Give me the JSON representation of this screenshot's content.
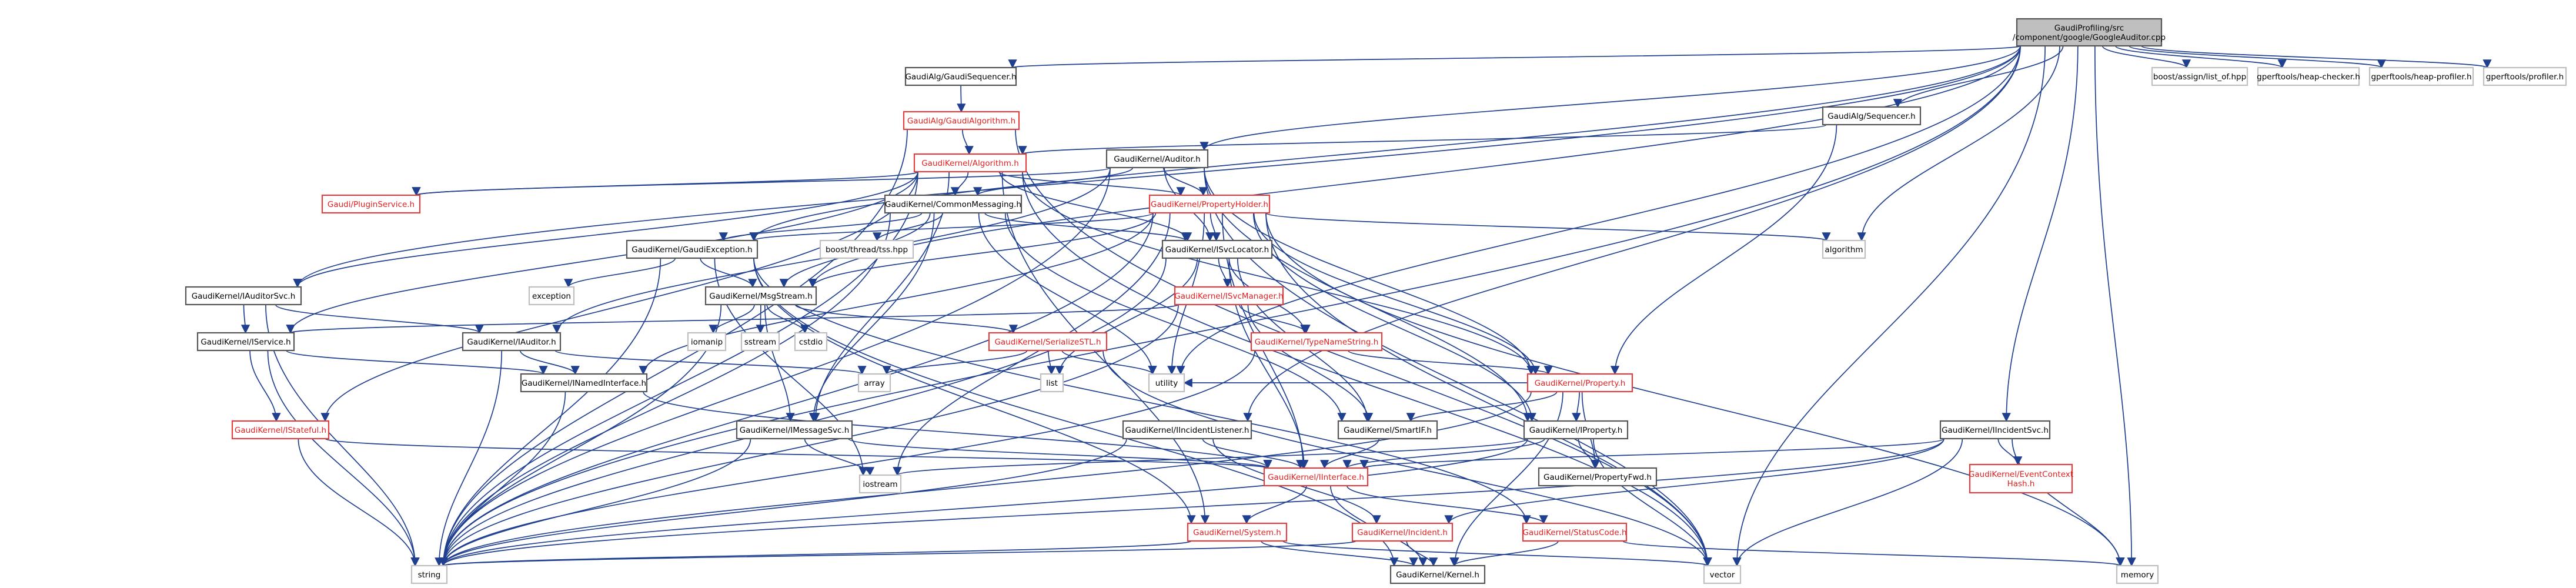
{
  "diagram": {
    "nodes": [
      {
        "id": "root",
        "lines": [
          "GaudiProfiling/src",
          "/component/google/GoogleAuditor.cpp"
        ],
        "style": "root"
      },
      {
        "id": "gaudiseq",
        "lines": [
          "GaudiAlg/GaudiSequencer.h"
        ],
        "style": "black"
      },
      {
        "id": "boostassign",
        "lines": [
          "boost/assign/list_of.hpp"
        ],
        "style": "plain"
      },
      {
        "id": "heapchecker",
        "lines": [
          "gperftools/heap-checker.h"
        ],
        "style": "plain"
      },
      {
        "id": "heapprofiler",
        "lines": [
          "gperftools/heap-profiler.h"
        ],
        "style": "plain"
      },
      {
        "id": "profiler",
        "lines": [
          "gperftools/profiler.h"
        ],
        "style": "plain"
      },
      {
        "id": "gaudialgorithm",
        "lines": [
          "GaudiAlg/GaudiAlgorithm.h"
        ],
        "style": "red"
      },
      {
        "id": "sequencer",
        "lines": [
          "GaudiAlg/Sequencer.h"
        ],
        "style": "black"
      },
      {
        "id": "algorithm",
        "lines": [
          "GaudiKernel/Algorithm.h"
        ],
        "style": "red"
      },
      {
        "id": "auditor",
        "lines": [
          "GaudiKernel/Auditor.h"
        ],
        "style": "black"
      },
      {
        "id": "pluginservice",
        "lines": [
          "Gaudi/PluginService.h"
        ],
        "style": "red"
      },
      {
        "id": "commonmessaging",
        "lines": [
          "GaudiKernel/CommonMessaging.h"
        ],
        "style": "black"
      },
      {
        "id": "propertyholder",
        "lines": [
          "GaudiKernel/PropertyHolder.h"
        ],
        "style": "red"
      },
      {
        "id": "gaudiexception",
        "lines": [
          "GaudiKernel/GaudiException.h"
        ],
        "style": "black"
      },
      {
        "id": "threadtss",
        "lines": [
          "boost/thread/tss.hpp"
        ],
        "style": "plain"
      },
      {
        "id": "isvclocator",
        "lines": [
          "GaudiKernel/ISvcLocator.h"
        ],
        "style": "black"
      },
      {
        "id": "std_algorithm",
        "lines": [
          "algorithm"
        ],
        "style": "plain"
      },
      {
        "id": "iauditorsvc",
        "lines": [
          "GaudiKernel/IAuditorSvc.h"
        ],
        "style": "black"
      },
      {
        "id": "exception",
        "lines": [
          "exception"
        ],
        "style": "plain"
      },
      {
        "id": "msgstream",
        "lines": [
          "GaudiKernel/MsgStream.h"
        ],
        "style": "black"
      },
      {
        "id": "isvcmanager",
        "lines": [
          "GaudiKernel/ISvcManager.h"
        ],
        "style": "red"
      },
      {
        "id": "iservice",
        "lines": [
          "GaudiKernel/IService.h"
        ],
        "style": "black"
      },
      {
        "id": "iauditor",
        "lines": [
          "GaudiKernel/IAuditor.h"
        ],
        "style": "black"
      },
      {
        "id": "iomanip",
        "lines": [
          "iomanip"
        ],
        "style": "plain"
      },
      {
        "id": "sstream",
        "lines": [
          "sstream"
        ],
        "style": "plain"
      },
      {
        "id": "cstdio",
        "lines": [
          "cstdio"
        ],
        "style": "plain"
      },
      {
        "id": "serializestl",
        "lines": [
          "GaudiKernel/SerializeSTL.h"
        ],
        "style": "red"
      },
      {
        "id": "typenamestring",
        "lines": [
          "GaudiKernel/TypeNameString.h"
        ],
        "style": "red"
      },
      {
        "id": "array",
        "lines": [
          "array"
        ],
        "style": "plain"
      },
      {
        "id": "list",
        "lines": [
          "list"
        ],
        "style": "plain"
      },
      {
        "id": "utility",
        "lines": [
          "utility"
        ],
        "style": "plain"
      },
      {
        "id": "inamedinterface",
        "lines": [
          "GaudiKernel/INamedInterface.h"
        ],
        "style": "black"
      },
      {
        "id": "property",
        "lines": [
          "GaudiKernel/Property.h"
        ],
        "style": "red"
      },
      {
        "id": "istateful",
        "lines": [
          "GaudiKernel/IStateful.h"
        ],
        "style": "red"
      },
      {
        "id": "imessagesvc",
        "lines": [
          "GaudiKernel/IMessageSvc.h"
        ],
        "style": "black"
      },
      {
        "id": "iincidentlistener",
        "lines": [
          "GaudiKernel/IIncidentListener.h"
        ],
        "style": "black"
      },
      {
        "id": "smartif",
        "lines": [
          "GaudiKernel/SmartIF.h"
        ],
        "style": "black"
      },
      {
        "id": "iproperty",
        "lines": [
          "GaudiKernel/IProperty.h"
        ],
        "style": "black"
      },
      {
        "id": "iincidentsvc",
        "lines": [
          "GaudiKernel/IIncidentSvc.h"
        ],
        "style": "black"
      },
      {
        "id": "iostream",
        "lines": [
          "iostream"
        ],
        "style": "plain"
      },
      {
        "id": "iinterface",
        "lines": [
          "GaudiKernel/IInterface.h"
        ],
        "style": "red"
      },
      {
        "id": "propertyfwd",
        "lines": [
          "GaudiKernel/PropertyFwd.h"
        ],
        "style": "black"
      },
      {
        "id": "eventcontexthash",
        "lines": [
          "GaudiKernel/EventContext",
          "Hash.h"
        ],
        "style": "red"
      },
      {
        "id": "system",
        "lines": [
          "GaudiKernel/System.h"
        ],
        "style": "red"
      },
      {
        "id": "incident",
        "lines": [
          "GaudiKernel/Incident.h"
        ],
        "style": "red"
      },
      {
        "id": "statuscode",
        "lines": [
          "GaudiKernel/StatusCode.h"
        ],
        "style": "red"
      },
      {
        "id": "string",
        "lines": [
          "string"
        ],
        "style": "plain"
      },
      {
        "id": "vector",
        "lines": [
          "vector"
        ],
        "style": "plain"
      },
      {
        "id": "memory",
        "lines": [
          "memory"
        ],
        "style": "plain"
      },
      {
        "id": "kernel",
        "lines": [
          "GaudiKernel/Kernel.h"
        ],
        "style": "black"
      }
    ],
    "edges": [
      [
        "root",
        "gaudiseq"
      ],
      [
        "root",
        "boostassign"
      ],
      [
        "root",
        "heapchecker"
      ],
      [
        "root",
        "heapprofiler"
      ],
      [
        "root",
        "profiler"
      ],
      [
        "root",
        "sequencer"
      ],
      [
        "root",
        "auditor"
      ],
      [
        "root",
        "iincidentsvc"
      ],
      [
        "root",
        "string"
      ],
      [
        "root",
        "vector"
      ],
      [
        "root",
        "memory"
      ],
      [
        "root",
        "std_algorithm"
      ],
      [
        "root",
        "utility"
      ],
      [
        "root",
        "iauditorsvc"
      ],
      [
        "root",
        "gaudiexception"
      ],
      [
        "root",
        "msgstream"
      ],
      [
        "root",
        "iincidentlistener"
      ],
      [
        "gaudiseq",
        "gaudialgorithm"
      ],
      [
        "gaudialgorithm",
        "algorithm"
      ],
      [
        "gaudialgorithm",
        "string"
      ],
      [
        "gaudialgorithm",
        "vector"
      ],
      [
        "sequencer",
        "algorithm"
      ],
      [
        "sequencer",
        "property"
      ],
      [
        "algorithm",
        "pluginservice"
      ],
      [
        "algorithm",
        "commonmessaging"
      ],
      [
        "algorithm",
        "propertyholder"
      ],
      [
        "algorithm",
        "iauditorsvc"
      ],
      [
        "algorithm",
        "iservice"
      ],
      [
        "algorithm",
        "istateful"
      ],
      [
        "algorithm",
        "imessagesvc"
      ],
      [
        "algorithm",
        "isvclocator"
      ],
      [
        "algorithm",
        "property"
      ],
      [
        "algorithm",
        "system"
      ],
      [
        "algorithm",
        "string"
      ],
      [
        "algorithm",
        "vector"
      ],
      [
        "auditor",
        "pluginservice"
      ],
      [
        "auditor",
        "commonmessaging"
      ],
      [
        "auditor",
        "propertyholder"
      ],
      [
        "auditor",
        "iauditor"
      ],
      [
        "auditor",
        "isvclocator"
      ],
      [
        "auditor",
        "iproperty"
      ],
      [
        "auditor",
        "property"
      ],
      [
        "auditor",
        "string"
      ],
      [
        "auditor",
        "vector"
      ],
      [
        "commonmessaging",
        "gaudiexception"
      ],
      [
        "commonmessaging",
        "threadtss"
      ],
      [
        "commonmessaging",
        "isvclocator"
      ],
      [
        "commonmessaging",
        "msgstream"
      ],
      [
        "commonmessaging",
        "imessagesvc"
      ],
      [
        "commonmessaging",
        "smartif"
      ],
      [
        "commonmessaging",
        "utility"
      ],
      [
        "commonmessaging",
        "string"
      ],
      [
        "propertyholder",
        "isvclocator"
      ],
      [
        "propertyholder",
        "std_algorithm"
      ],
      [
        "propertyholder",
        "iproperty"
      ],
      [
        "propertyholder",
        "property"
      ],
      [
        "propertyholder",
        "msgstream"
      ],
      [
        "propertyholder",
        "inamedinterface"
      ],
      [
        "propertyholder",
        "iinterface"
      ],
      [
        "propertyholder",
        "iostream"
      ],
      [
        "propertyholder",
        "string"
      ],
      [
        "propertyholder",
        "vector"
      ],
      [
        "propertyholder",
        "memory"
      ],
      [
        "propertyholder",
        "utility"
      ],
      [
        "propertyholder",
        "gaudiexception"
      ],
      [
        "gaudiexception",
        "exception"
      ],
      [
        "gaudiexception",
        "msgstream"
      ],
      [
        "gaudiexception",
        "statuscode"
      ],
      [
        "gaudiexception",
        "system"
      ],
      [
        "gaudiexception",
        "string"
      ],
      [
        "gaudiexception",
        "iostream"
      ],
      [
        "gaudiexception",
        "kernel"
      ],
      [
        "isvclocator",
        "isvcmanager"
      ],
      [
        "isvclocator",
        "smartif"
      ],
      [
        "isvclocator",
        "list"
      ],
      [
        "isvclocator",
        "string"
      ],
      [
        "isvclocator",
        "typenamestring"
      ],
      [
        "isvclocator",
        "iinterface"
      ],
      [
        "iauditorsvc",
        "iservice"
      ],
      [
        "iauditorsvc",
        "iauditor"
      ],
      [
        "iauditorsvc",
        "string"
      ],
      [
        "msgstream",
        "iomanip"
      ],
      [
        "msgstream",
        "sstream"
      ],
      [
        "msgstream",
        "cstdio"
      ],
      [
        "msgstream",
        "serializestl"
      ],
      [
        "msgstream",
        "imessagesvc"
      ],
      [
        "msgstream",
        "string"
      ],
      [
        "isvcmanager",
        "iservice"
      ],
      [
        "isvcmanager",
        "typenamestring"
      ],
      [
        "isvcmanager",
        "smartif"
      ],
      [
        "isvcmanager",
        "string"
      ],
      [
        "iservice",
        "inamedinterface"
      ],
      [
        "iservice",
        "istateful"
      ],
      [
        "iservice",
        "string"
      ],
      [
        "iauditor",
        "inamedinterface"
      ],
      [
        "iauditor",
        "array"
      ],
      [
        "iauditor",
        "string"
      ],
      [
        "serializestl",
        "array"
      ],
      [
        "serializestl",
        "list"
      ],
      [
        "serializestl",
        "utility"
      ],
      [
        "serializestl",
        "vector"
      ],
      [
        "typenamestring",
        "property"
      ],
      [
        "typenamestring",
        "string"
      ],
      [
        "inamedinterface",
        "iinterface"
      ],
      [
        "inamedinterface",
        "string"
      ],
      [
        "property",
        "iproperty"
      ],
      [
        "property",
        "propertyfwd"
      ],
      [
        "property",
        "smartif"
      ],
      [
        "property",
        "kernel"
      ],
      [
        "property",
        "string"
      ],
      [
        "property",
        "utility"
      ],
      [
        "istateful",
        "iinterface"
      ],
      [
        "istateful",
        "string"
      ],
      [
        "imessagesvc",
        "iinterface"
      ],
      [
        "imessagesvc",
        "iostream"
      ],
      [
        "imessagesvc",
        "string"
      ],
      [
        "iincidentlistener",
        "iinterface"
      ],
      [
        "iincidentlistener",
        "incident"
      ],
      [
        "iincidentlistener",
        "string"
      ],
      [
        "smartif",
        "iinterface"
      ],
      [
        "iproperty",
        "iinterface"
      ],
      [
        "iproperty",
        "propertyfwd"
      ],
      [
        "iproperty",
        "iostream"
      ],
      [
        "iproperty",
        "string"
      ],
      [
        "iproperty",
        "vector"
      ],
      [
        "iincidentsvc",
        "iinterface"
      ],
      [
        "iincidentsvc",
        "eventcontexthash"
      ],
      [
        "iincidentsvc",
        "incident"
      ],
      [
        "iincidentsvc",
        "memory"
      ],
      [
        "iincidentsvc",
        "string"
      ],
      [
        "iincidentsvc",
        "vector"
      ],
      [
        "iinterface",
        "system"
      ],
      [
        "iinterface",
        "statuscode"
      ],
      [
        "iinterface",
        "kernel"
      ],
      [
        "system",
        "kernel"
      ],
      [
        "system",
        "string"
      ],
      [
        "system",
        "vector"
      ],
      [
        "incident",
        "kernel"
      ],
      [
        "incident",
        "string"
      ],
      [
        "statuscode",
        "kernel"
      ],
      [
        "statuscode",
        "memory"
      ]
    ]
  }
}
